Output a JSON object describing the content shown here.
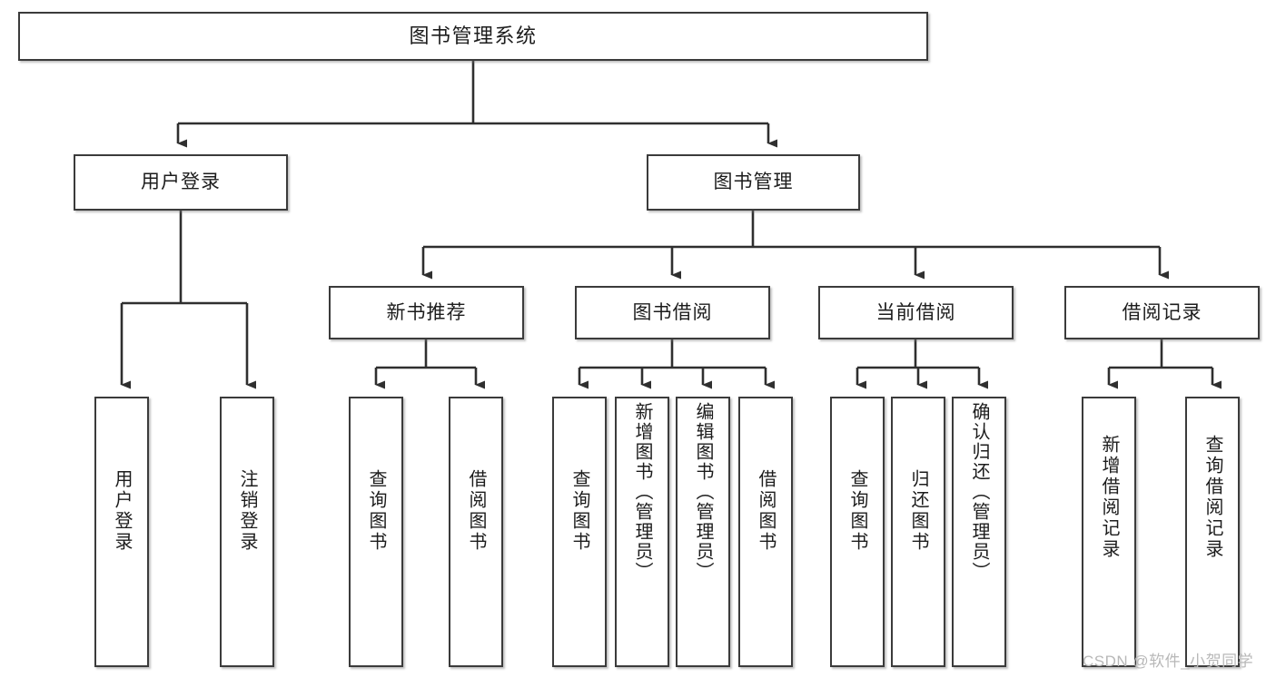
{
  "diagram": {
    "title": "图书管理系统",
    "type": "hierarchy-tree",
    "watermark": "CSDN @软件_小贺同学",
    "colors": {
      "box_border": "#3b3b3b",
      "box_fill": "#ffffff",
      "connector": "#2f2f2f",
      "text": "#1c1c1c",
      "watermark": "#b8b8b8"
    },
    "root": {
      "label": "图书管理系统"
    },
    "level2": [
      {
        "label": "用户登录"
      },
      {
        "label": "图书管理"
      }
    ],
    "level3": [
      {
        "label": "新书推荐"
      },
      {
        "label": "图书借阅"
      },
      {
        "label": "当前借阅"
      },
      {
        "label": "借阅记录"
      }
    ],
    "leaves": {
      "user_login": [
        {
          "label": "用户登录"
        },
        {
          "label": "注销登录"
        }
      ],
      "new_book": [
        {
          "label": "查询图书"
        },
        {
          "label": "借阅图书"
        }
      ],
      "borrow_book": [
        {
          "label": "查询图书"
        },
        {
          "label": "新增图书（管理员）"
        },
        {
          "label": "编辑图书（管理员）"
        },
        {
          "label": "借阅图书"
        }
      ],
      "current_borrow": [
        {
          "label": "查询图书"
        },
        {
          "label": "归还图书"
        },
        {
          "label": "确认归还（管理员）"
        }
      ],
      "borrow_record": [
        {
          "label": "新增借阅记录"
        },
        {
          "label": "查询借阅记录"
        }
      ]
    }
  }
}
